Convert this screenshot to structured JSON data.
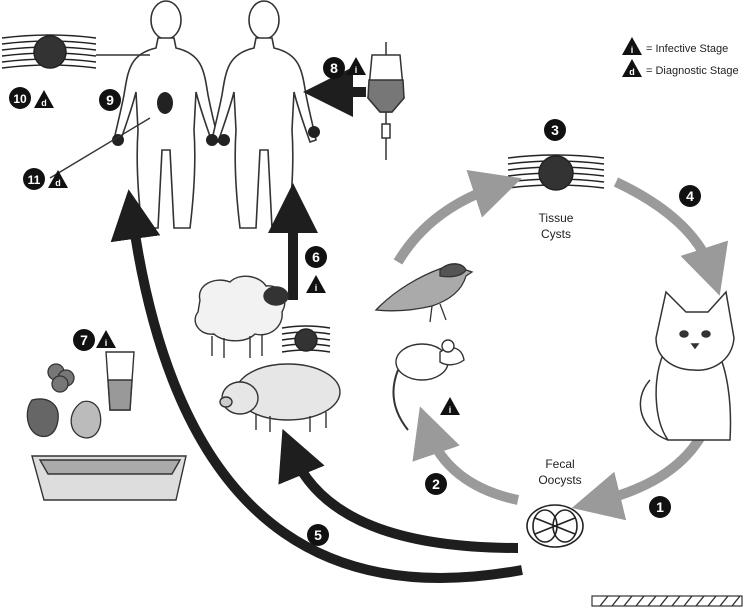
{
  "legend": {
    "infective_letter": "i",
    "infective_label": "= Infective Stage",
    "diagnostic_letter": "d",
    "diagnostic_label": "= Diagnostic Stage"
  },
  "labels": {
    "tissue_line1": "Tissue",
    "tissue_line2": "Cysts",
    "fecal_line1": "Fecal",
    "fecal_line2": "Oocysts"
  },
  "steps": [
    "1",
    "2",
    "3",
    "4",
    "5",
    "6",
    "7",
    "8",
    "9",
    "10",
    "11"
  ],
  "stage_marks": {
    "infective": "i",
    "diagnostic": "d"
  },
  "colors": {
    "dark_arrow": "#1e1e1e",
    "gray_arrow": "#9a9a9a",
    "badge": "#111111",
    "outline": "#333333"
  }
}
